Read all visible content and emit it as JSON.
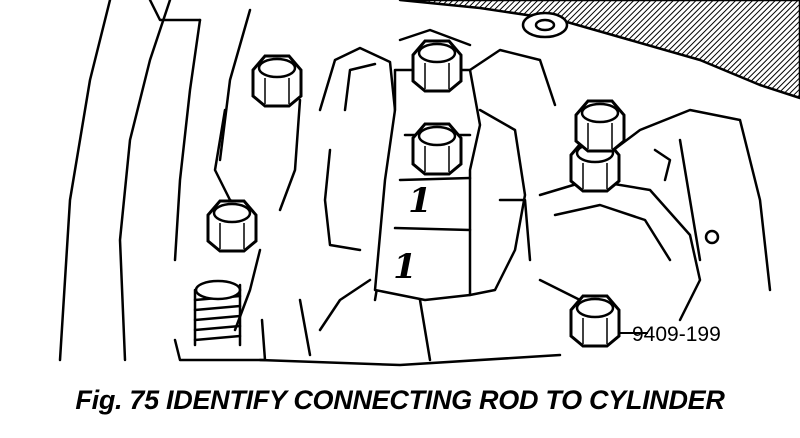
{
  "diagram": {
    "markings": [
      "1",
      "1"
    ],
    "reference_number": "9409-199",
    "caption": "Fig. 75 IDENTIFY CONNECTING ROD TO CYLINDER"
  }
}
